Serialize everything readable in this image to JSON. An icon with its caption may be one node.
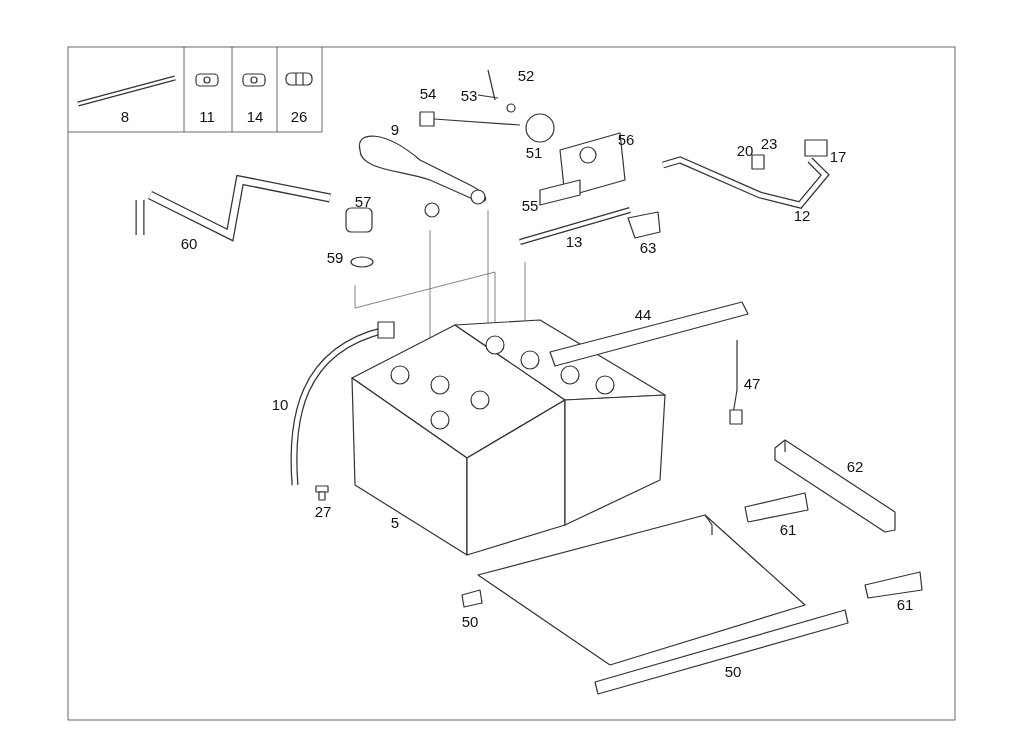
{
  "diagram": {
    "labels": [
      "8",
      "11",
      "14",
      "26",
      "52",
      "54",
      "53",
      "9",
      "56",
      "51",
      "20",
      "23",
      "17",
      "57",
      "60",
      "55",
      "12",
      "13",
      "59",
      "63",
      "44",
      "47",
      "10",
      "62",
      "27",
      "5",
      "61",
      "61",
      "50",
      "50"
    ]
  }
}
